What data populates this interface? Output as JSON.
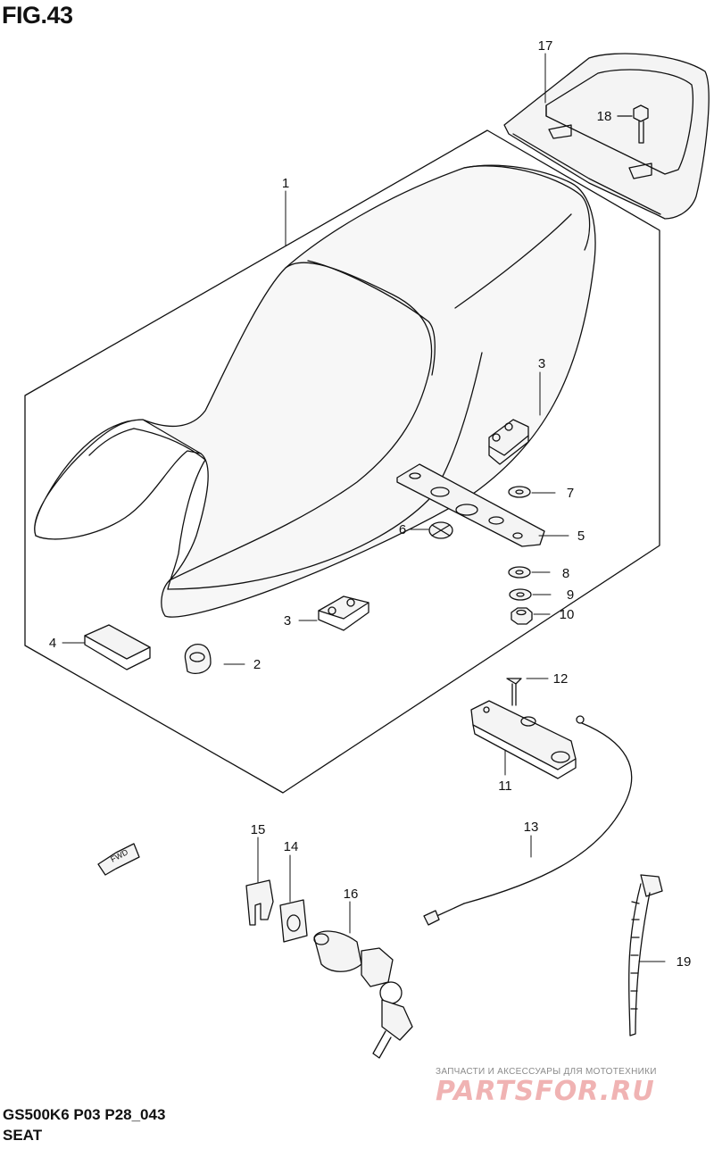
{
  "figure": {
    "title": "FIG.43",
    "model_code": "GS500K6 P03 P28_043",
    "section_name": "SEAT"
  },
  "callouts": [
    "1",
    "2",
    "3",
    "3",
    "4",
    "5",
    "6",
    "7",
    "8",
    "9",
    "10",
    "11",
    "12",
    "13",
    "14",
    "15",
    "16",
    "17",
    "18",
    "19"
  ],
  "fwd_label": "FWD",
  "watermark": {
    "tagline": "ЗАПЧАСТИ И АКСЕССУАРЫ ДЛЯ МОТОТЕХНИКИ",
    "brand": "PARTSFOR.RU"
  },
  "colors": {
    "ink": "#111111",
    "part_fill": "#f4f4f4",
    "shade": "#cfcfcf",
    "watermark": "#f0b3b3"
  }
}
